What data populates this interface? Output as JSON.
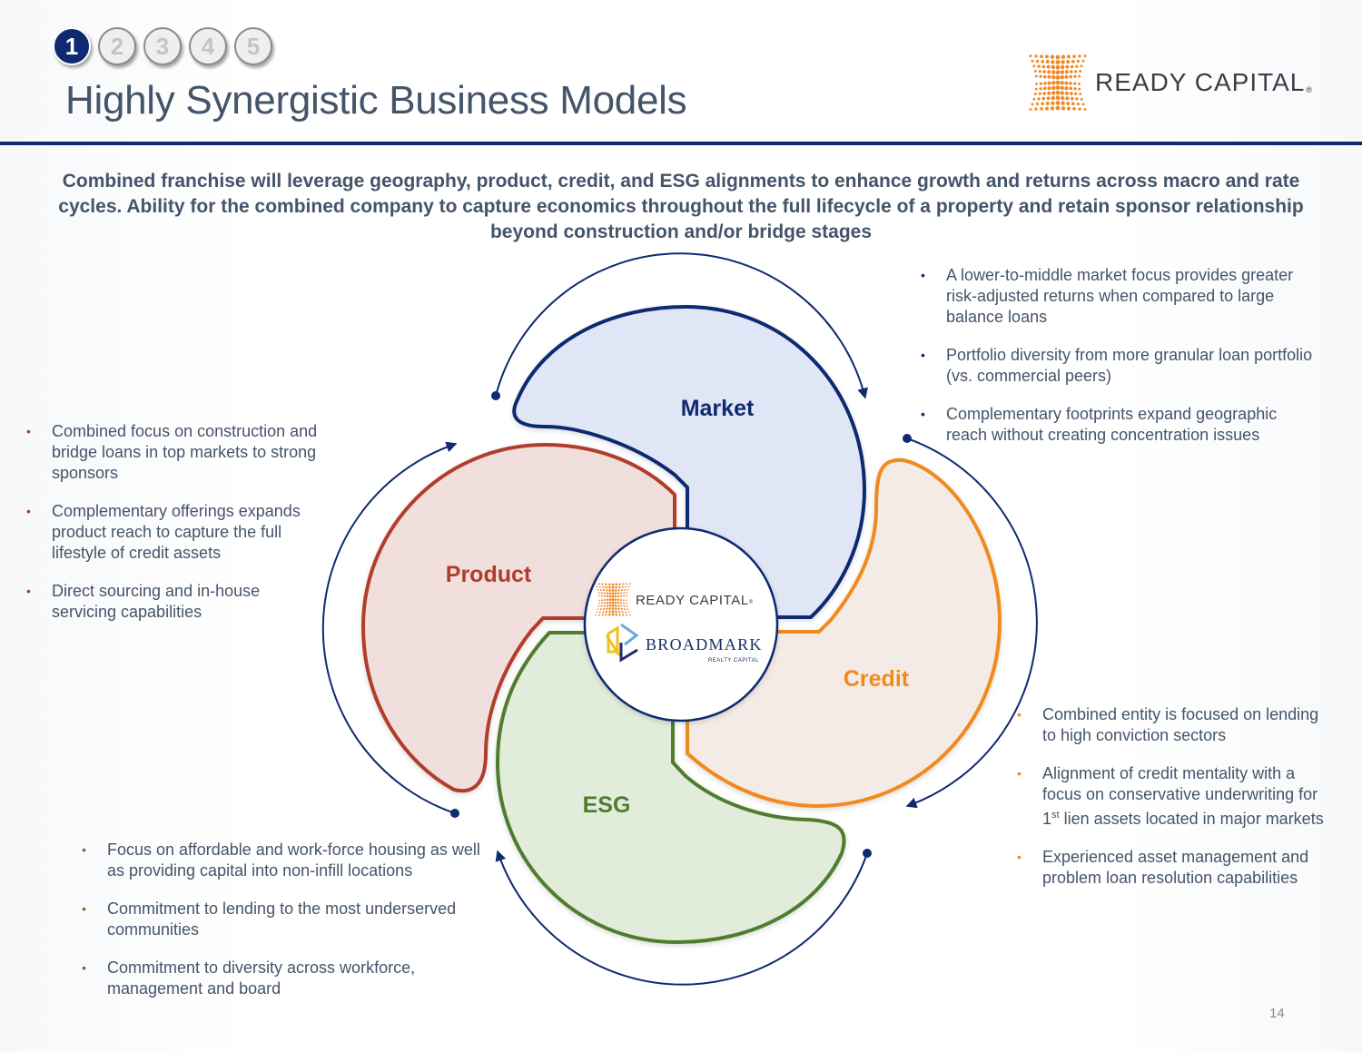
{
  "nav": {
    "steps": [
      {
        "label": "1",
        "active": true
      },
      {
        "label": "2",
        "active": false
      },
      {
        "label": "3",
        "active": false
      },
      {
        "label": "4",
        "active": false
      },
      {
        "label": "5",
        "active": false
      }
    ]
  },
  "header": {
    "title": "Highly Synergistic Business Models",
    "logo_text": "READY CAPITAL",
    "logo_mark": "®"
  },
  "subtitle": "Combined franchise will leverage geography, product, credit, and ESG alignments to enhance growth and returns across macro and rate cycles. Ability for the combined company to capture economics throughout the full lifecycle of a property and retain sponsor relationship beyond construction and/or bridge stages",
  "diagram": {
    "center": {
      "logo1_text": "READY CAPITAL",
      "logo1_mark": "®",
      "logo2_text": "BROADMARK",
      "logo2_sub": "REALTY CAPITAL"
    },
    "segments": [
      {
        "key": "market",
        "label": "Market",
        "color": "#0f2a70",
        "fill": "#e0e6f5"
      },
      {
        "key": "credit",
        "label": "Credit",
        "color": "#f08a1c",
        "fill": "#f5ebe6"
      },
      {
        "key": "esg",
        "label": "ESG",
        "color": "#4f7d2f",
        "fill": "#e1ecda"
      },
      {
        "key": "product",
        "label": "Product",
        "color": "#b23c2a",
        "fill": "#f0dfdd"
      }
    ],
    "arrow_color": "#0f2a70"
  },
  "bullets": {
    "market": [
      "A lower-to-middle market focus provides greater risk-adjusted returns when compared to large balance loans",
      "Portfolio diversity from more granular loan portfolio (vs. commercial peers)",
      "Complementary footprints expand geographic reach without creating concentration issues"
    ],
    "product": [
      "Combined focus on construction and bridge loans in top markets to strong sponsors",
      "Complementary offerings expands product reach to capture the full lifestyle of credit assets",
      "Direct sourcing and in-house servicing capabilities"
    ],
    "credit": [
      "Combined entity is focused on lending to high conviction sectors",
      "Alignment of credit mentality with a focus on conservative underwriting for 1st lien assets located in major markets",
      "Experienced asset management and problem loan resolution capabilities"
    ],
    "esg": [
      "Focus on affordable and work-force housing as well as providing capital into non-infill locations",
      "Commitment to lending to the most underserved communities",
      "Commitment to diversity across workforce, management and board"
    ],
    "bullet_glyph": "•"
  },
  "footer": {
    "page_number": "14"
  }
}
